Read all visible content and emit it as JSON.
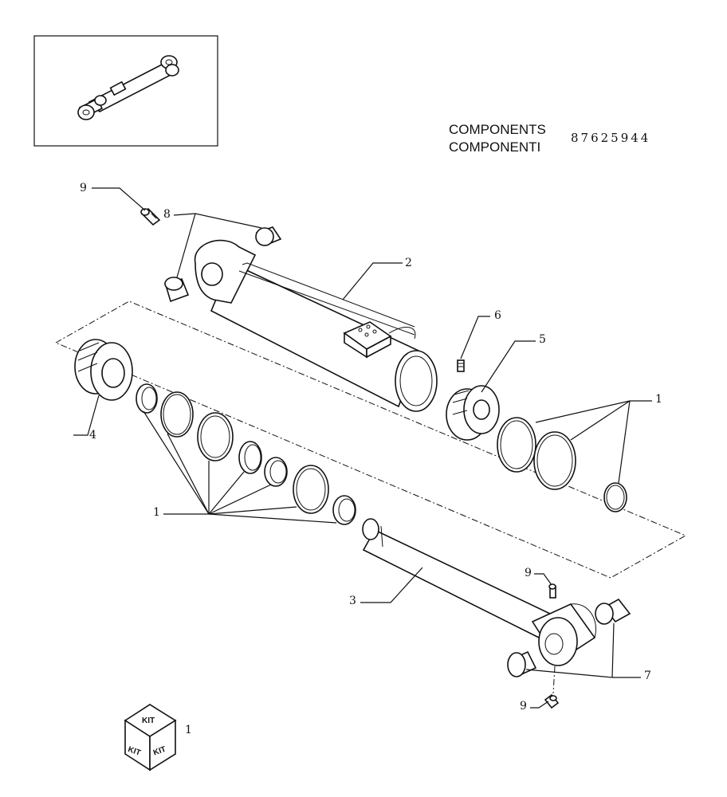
{
  "header": {
    "title_en": "COMPONENTS",
    "title_it": "COMPONENTI",
    "part_number": "87625944"
  },
  "callouts": {
    "c1_right": "1",
    "c1_left": "1",
    "c2": "2",
    "c3": "3",
    "c4": "4",
    "c5": "5",
    "c6": "6",
    "c7": "7",
    "c8": "8",
    "c9_top": "9",
    "c9_mid": "9",
    "c9_bottom": "9"
  },
  "kit": {
    "label_top": "KIT",
    "label_left": "KIT",
    "label_right": "KIT",
    "ref": "1"
  },
  "icons": [
    "hydraulic-cylinder-thumbnail",
    "kit-box-icon"
  ]
}
